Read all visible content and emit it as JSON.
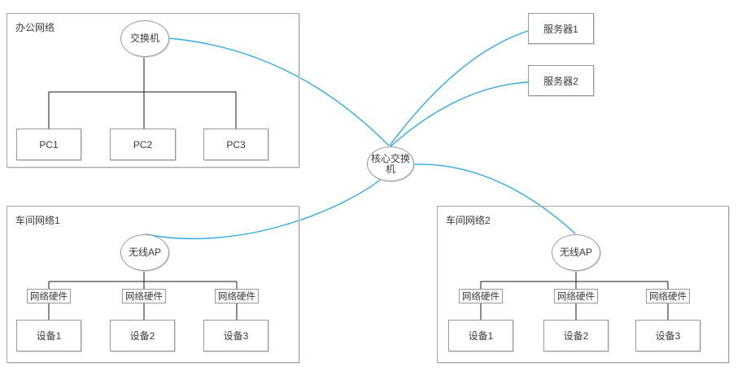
{
  "colors": {
    "link": "#2fabe1",
    "box_border": "#999999",
    "group_border": "#a6a6a6",
    "connector": "#1a1a1a",
    "text": "#3a3a3a"
  },
  "core": {
    "label": "核心交换机"
  },
  "servers": [
    "服务器1",
    "服务器2"
  ],
  "groups": {
    "office": {
      "title": "办公网络",
      "switch_label": "交换机",
      "pcs": [
        "PC1",
        "PC2",
        "PC3"
      ]
    },
    "workshop1": {
      "title": "车间网络1",
      "ap_label": "无线AP",
      "hw_label": "网络硬件",
      "devices": [
        "设备1",
        "设备2",
        "设备3"
      ]
    },
    "workshop2": {
      "title": "车间网络2",
      "ap_label": "无线AP",
      "hw_label": "网络硬件",
      "devices": [
        "设备1",
        "设备2",
        "设备3"
      ]
    }
  }
}
